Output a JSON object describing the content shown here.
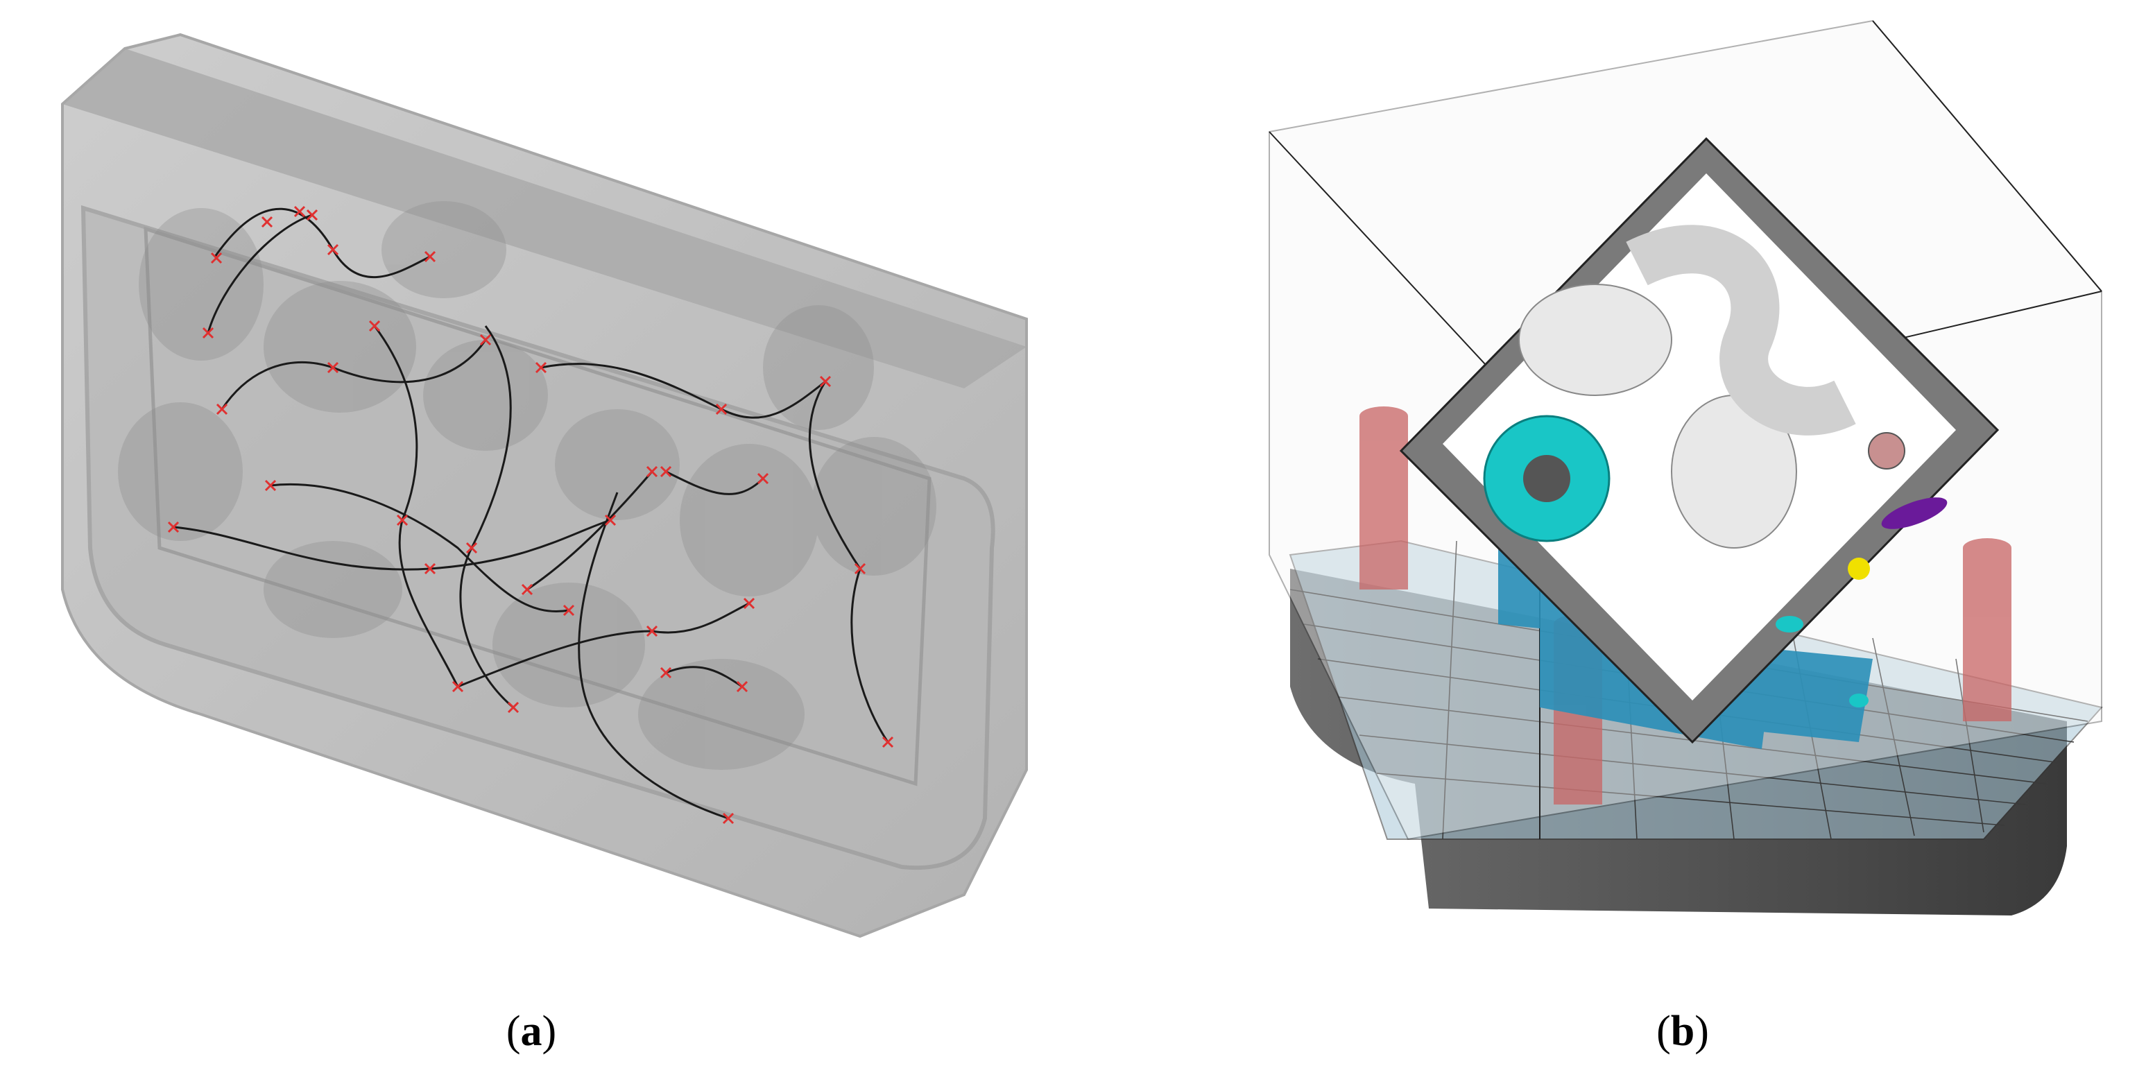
{
  "captions": {
    "a": {
      "open": "(",
      "letter": "a",
      "close": ")"
    },
    "b": {
      "open": "(",
      "letter": "b",
      "close": ")"
    }
  },
  "colors": {
    "housing_gray": "#8a8a8a",
    "path_line": "#1a1a1a",
    "waypoint_marker": "#e03030",
    "support_structure": "#2a8fb8",
    "cyan_feature": "#19c6c6",
    "purple_feature": "#6a1a9a",
    "yellow_feature": "#f0e000",
    "red_pillar": "#c86464",
    "build_plate": "#a8c8d8"
  },
  "icons": {
    "panel_a": "transparent-housing-with-routed-channels",
    "panel_b": "tilted-part-on-build-platform"
  }
}
